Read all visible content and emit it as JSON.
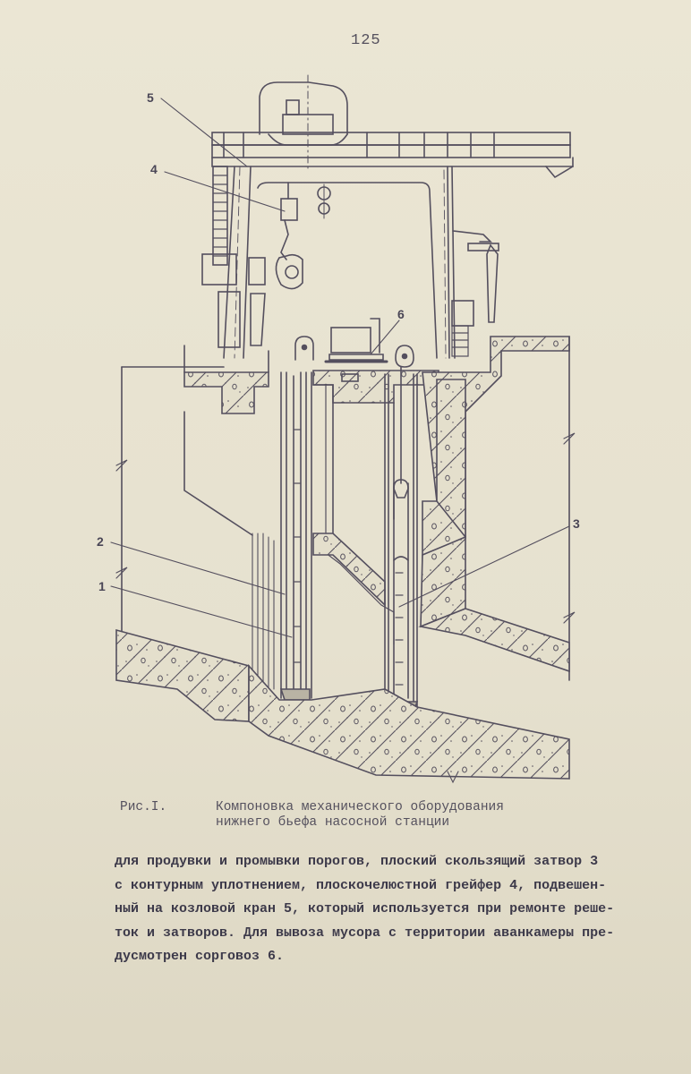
{
  "page": {
    "number": "125",
    "background_color": "#e9e4d3",
    "ink_color": "#4a4656"
  },
  "figure": {
    "labels": [
      {
        "id": "1",
        "text": "1"
      },
      {
        "id": "2",
        "text": "2"
      },
      {
        "id": "3",
        "text": "3"
      },
      {
        "id": "4",
        "text": "4"
      },
      {
        "id": "5",
        "text": "5"
      },
      {
        "id": "6",
        "text": "6"
      }
    ]
  },
  "caption": {
    "label": "Рис.I.",
    "line1": "Компоновка механического оборудования",
    "line2": "нижнего бьефа насосной станции"
  },
  "body": {
    "lines": [
      "для продувки и промывки порогов, плоский скользящий затвор 3",
      "с контурным уплотнением, плоскочелюстной грейфер 4, подвешен-",
      "ный на козловой кран 5, который используется при ремонте реше-",
      "ток и затворов. Для вывоза мусора с территории аванкамеры пре-",
      "дусмотрен сорговоз 6."
    ]
  }
}
